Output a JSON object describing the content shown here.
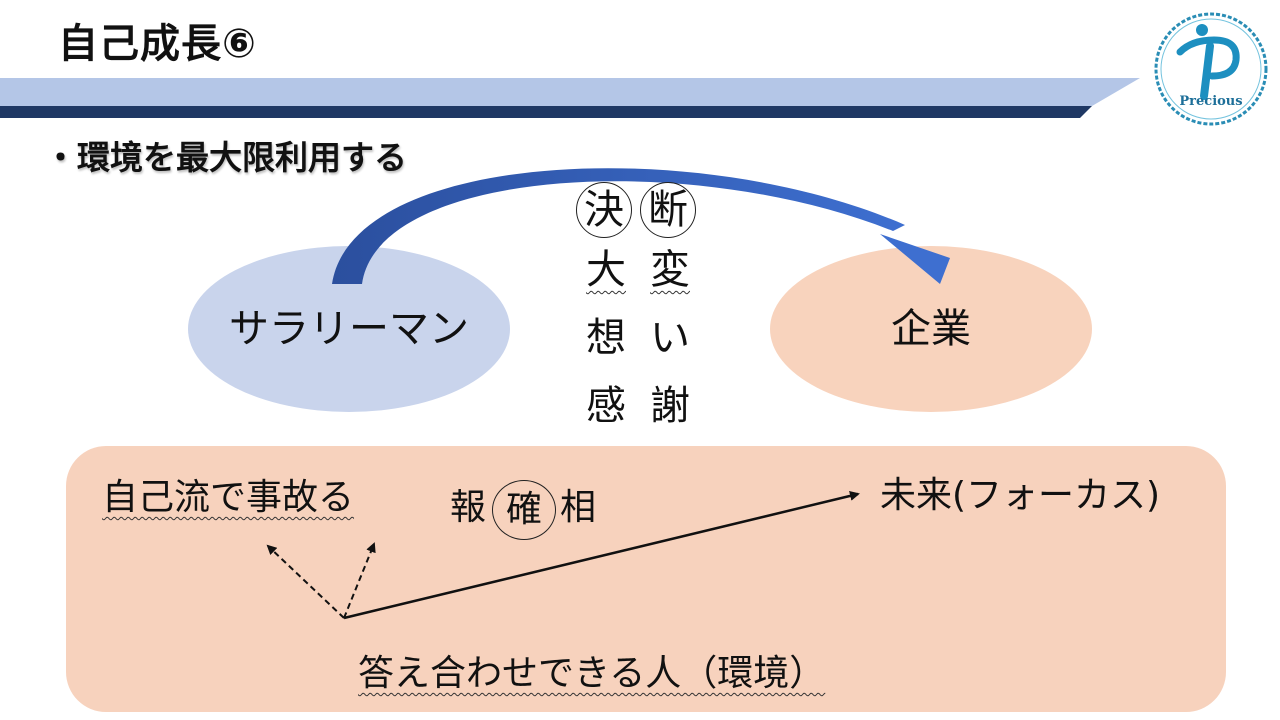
{
  "slide": {
    "title": "自己成長⑥",
    "logo_text": "Precious",
    "bullet": "・環境を最大限利用する",
    "left_ellipse": "サラリーマン",
    "right_ellipse": "企業",
    "column_left": [
      "決",
      "大",
      "想",
      "感"
    ],
    "column_right": [
      "断",
      "変",
      "い",
      "謝"
    ],
    "box": {
      "top_left": "自己流で事故る",
      "report_1": "報",
      "report_2": "確",
      "report_3": "相",
      "future": "未来(フォーカス)",
      "bottom": "答え合わせできる人（環境）"
    }
  },
  "colors": {
    "band_light": "#b4c6e7",
    "band_dark": "#1f3864",
    "left_ellipse": "#c9d4ec",
    "right_ellipse": "#f8d3bd",
    "box_fill": "#f7d2bd",
    "arc_arrow": "#2f5bb5"
  },
  "icons": {
    "logo": "precious-logo"
  }
}
